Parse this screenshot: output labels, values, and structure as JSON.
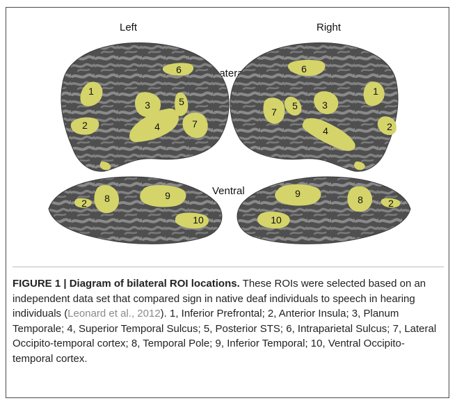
{
  "figure": {
    "view_labels": {
      "left": "Left",
      "right": "Right",
      "lateral": "Lateral",
      "ventral": "Ventral"
    },
    "roi_numbers": {
      "l1": "1",
      "l2": "2",
      "l3": "3",
      "l4": "4",
      "l5": "5",
      "l6": "6",
      "l7": "7",
      "r1": "1",
      "r2": "2",
      "r3": "3",
      "r4": "4",
      "r5": "5",
      "r6": "6",
      "r7": "7",
      "lv2": "2",
      "lv8": "8",
      "lv9": "9",
      "lv10": "10",
      "rv2": "2",
      "rv8": "8",
      "rv9": "9",
      "rv10": "10"
    },
    "colors": {
      "cortex_dark": "#4d4d4d",
      "cortex_light": "#8c8c8c",
      "roi": "#d4d46a",
      "roi_edge": "#c6c35a"
    }
  },
  "caption": {
    "figure_label": "FIGURE 1 | Diagram of bilateral ROI locations.",
    "text_before_citation": " These ROIs were selected based on an independent data set that compared sign in native deaf individuals to speech in hearing individuals (",
    "citation": "Leonard et al., 2012",
    "text_after_citation": "). 1, Inferior Prefrontal; 2, Anterior Insula; 3, Planum Temporale; 4, Superior Temporal Sulcus; 5, Posterior STS; 6, Intraparietal Sulcus; 7, Lateral Occipito-temporal cortex; 8, Temporal Pole; 9, Inferior Temporal; 10, Ventral Occipito-temporal cortex."
  }
}
